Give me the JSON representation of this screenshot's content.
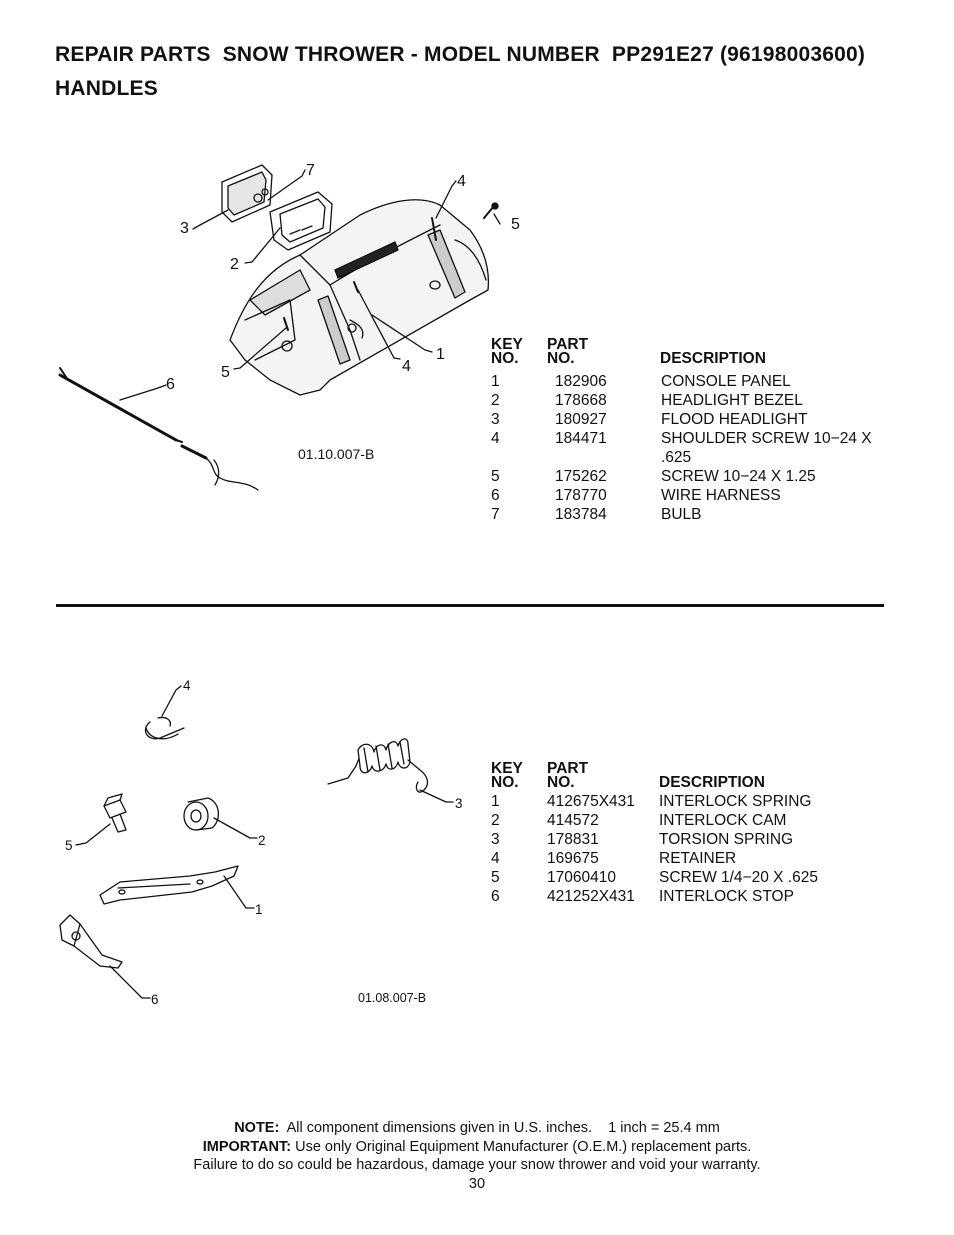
{
  "header": {
    "line1": "REPAIR PARTS  SNOW THROWER - MODEL NUMBER  PP291E27 (96198003600)",
    "line2": "HANDLES"
  },
  "section1": {
    "figure_code": "01.10.007-B",
    "callouts": [
      "7",
      "4",
      "3",
      "5",
      "2",
      "1",
      "5",
      "4",
      "6"
    ],
    "table": {
      "col_key": [
        "KEY",
        "NO."
      ],
      "col_part": [
        "PART",
        "NO."
      ],
      "col_desc": "DESCRIPTION",
      "rows": [
        {
          "key": "1",
          "part": "182906",
          "desc": "CONSOLE PANEL"
        },
        {
          "key": "2",
          "part": "178668",
          "desc": "HEADLIGHT BEZEL"
        },
        {
          "key": "3",
          "part": "180927",
          "desc": "FLOOD HEADLIGHT"
        },
        {
          "key": "4",
          "part": "184471",
          "desc": "SHOULDER SCREW 10−24 X .625"
        },
        {
          "key": "5",
          "part": "175262",
          "desc": "SCREW 10−24 X 1.25"
        },
        {
          "key": "6",
          "part": "178770",
          "desc": "WIRE HARNESS"
        },
        {
          "key": "7",
          "part": "183784",
          "desc": "BULB"
        }
      ]
    }
  },
  "section2": {
    "figure_code": "01.08.007-B",
    "callouts": [
      "4",
      "3",
      "5",
      "2",
      "1",
      "6"
    ],
    "table": {
      "col_key": [
        "KEY",
        "NO."
      ],
      "col_part": [
        "PART",
        "NO."
      ],
      "col_desc": "DESCRIPTION",
      "rows": [
        {
          "key": "1",
          "part": "412675X431",
          "desc": "INTERLOCK SPRING"
        },
        {
          "key": "2",
          "part": "414572",
          "desc": "INTERLOCK CAM"
        },
        {
          "key": "3",
          "part": "178831",
          "desc": "TORSION SPRING"
        },
        {
          "key": "4",
          "part": "169675",
          "desc": "RETAINER"
        },
        {
          "key": "5",
          "part": "17060410",
          "desc": "SCREW 1/4−20 X .625"
        },
        {
          "key": "6",
          "part": "421252X431",
          "desc": "INTERLOCK STOP"
        }
      ]
    }
  },
  "footer": {
    "note_label": "NOTE:",
    "note_text": "  All component dimensions given in U.S. inches.    1 inch = 25.4 mm",
    "important_label": "IMPORTANT:",
    "important_text": " Use only Original Equipment Manufacturer (O.E.M.) replacement parts.",
    "warning": "Failure to do so could be hazardous, damage your snow thrower and void your warranty.",
    "page_number": "30"
  }
}
